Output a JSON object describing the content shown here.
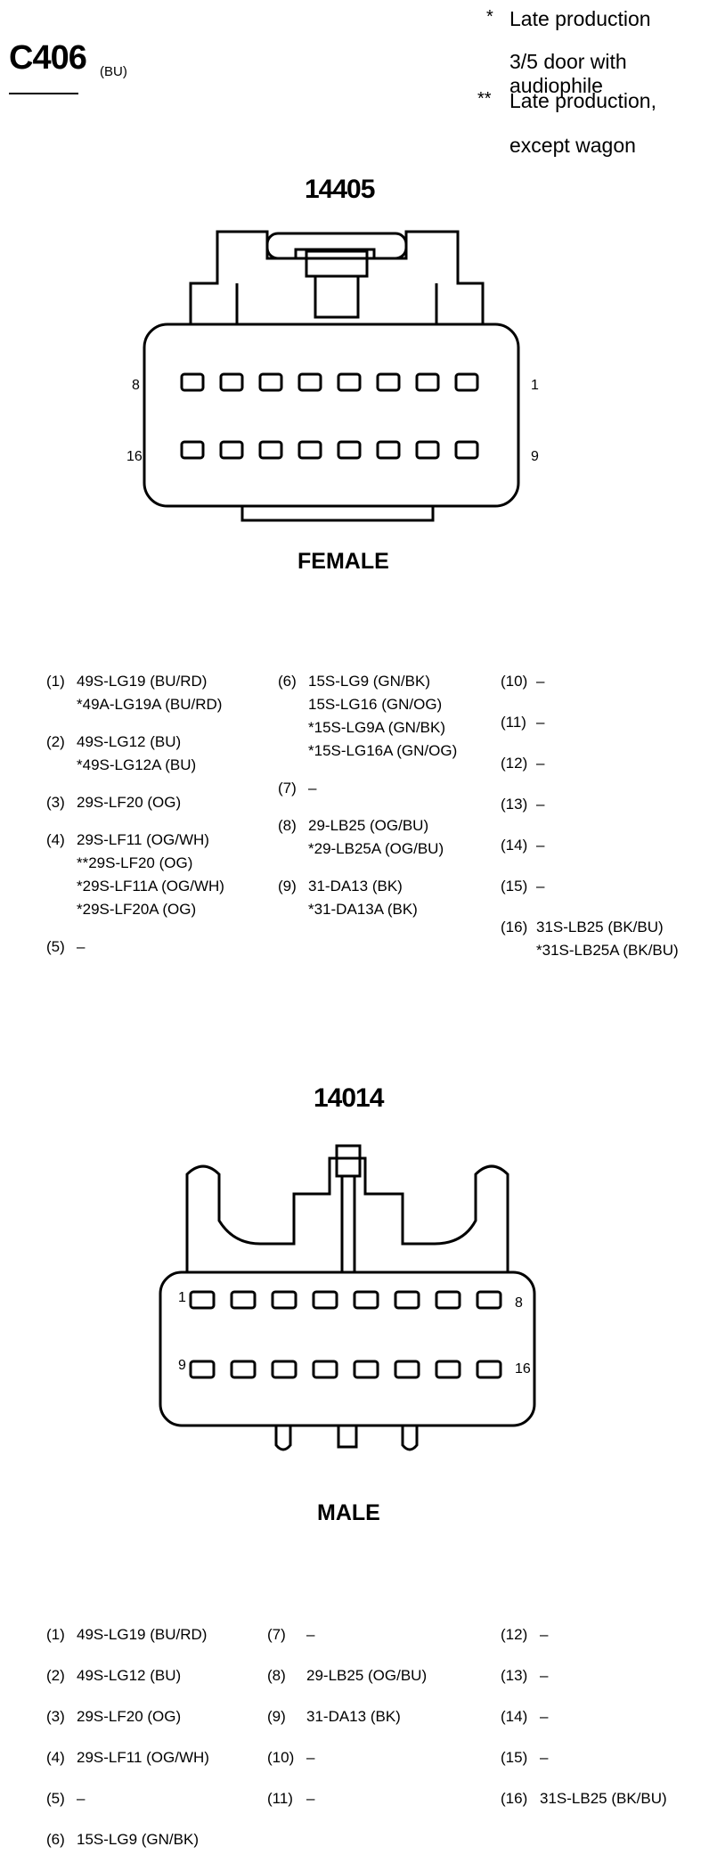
{
  "connector": {
    "id": "C406",
    "color": "(BU)"
  },
  "notes": [
    {
      "mark": "*",
      "lines": [
        "Late production",
        "3/5 door with audiophile"
      ]
    },
    {
      "mark": "**",
      "lines": [
        "Late production,",
        "except wagon"
      ]
    }
  ],
  "female": {
    "part_number": "14405",
    "label": "FEMALE",
    "pin_labels": {
      "top_left": "8",
      "top_right": "1",
      "bottom_left": "16",
      "bottom_right": "9"
    },
    "pins": [
      {
        "num": "(1)",
        "lines": [
          "49S-LG19 (BU/RD)",
          "*49A-LG19A (BU/RD)"
        ]
      },
      {
        "num": "(2)",
        "lines": [
          "49S-LG12 (BU)",
          "*49S-LG12A (BU)"
        ]
      },
      {
        "num": "(3)",
        "lines": [
          "29S-LF20 (OG)"
        ]
      },
      {
        "num": "(4)",
        "lines": [
          "29S-LF11 (OG/WH)",
          "**29S-LF20 (OG)",
          "*29S-LF11A (OG/WH)",
          "*29S-LF20A (OG)"
        ]
      },
      {
        "num": "(5)",
        "lines": [
          "–"
        ]
      },
      {
        "num": "(6)",
        "lines": [
          "15S-LG9 (GN/BK)",
          "15S-LG16 (GN/OG)",
          "*15S-LG9A (GN/BK)",
          "*15S-LG16A (GN/OG)"
        ]
      },
      {
        "num": "(7)",
        "lines": [
          "–"
        ]
      },
      {
        "num": "(8)",
        "lines": [
          "29-LB25 (OG/BU)",
          "*29-LB25A (OG/BU)"
        ]
      },
      {
        "num": "(9)",
        "lines": [
          "31-DA13 (BK)",
          "*31-DA13A (BK)"
        ]
      },
      {
        "num": "(10)",
        "lines": [
          "–"
        ]
      },
      {
        "num": "(11)",
        "lines": [
          "–"
        ]
      },
      {
        "num": "(12)",
        "lines": [
          "–"
        ]
      },
      {
        "num": "(13)",
        "lines": [
          "–"
        ]
      },
      {
        "num": "(14)",
        "lines": [
          "–"
        ]
      },
      {
        "num": "(15)",
        "lines": [
          "–"
        ]
      },
      {
        "num": "(16)",
        "lines": [
          "31S-LB25 (BK/BU)",
          "*31S-LB25A (BK/BU)"
        ]
      }
    ]
  },
  "male": {
    "part_number": "14014",
    "label": "MALE",
    "pin_labels": {
      "top_left": "1",
      "top_right": "8",
      "bottom_left": "9",
      "bottom_right": "16"
    },
    "pins": [
      {
        "num": "(1)",
        "lines": [
          "49S-LG19 (BU/RD)"
        ]
      },
      {
        "num": "(2)",
        "lines": [
          "49S-LG12 (BU)"
        ]
      },
      {
        "num": "(3)",
        "lines": [
          "29S-LF20 (OG)"
        ]
      },
      {
        "num": "(4)",
        "lines": [
          "29S-LF11 (OG/WH)"
        ]
      },
      {
        "num": "(5)",
        "lines": [
          "–"
        ]
      },
      {
        "num": "(6)",
        "lines": [
          "15S-LG9 (GN/BK)"
        ]
      },
      {
        "num": "(7)",
        "lines": [
          "–"
        ]
      },
      {
        "num": "(8)",
        "lines": [
          "29-LB25 (OG/BU)"
        ]
      },
      {
        "num": "(9)",
        "lines": [
          "31-DA13 (BK)"
        ]
      },
      {
        "num": "(10)",
        "lines": [
          "–"
        ]
      },
      {
        "num": "(11)",
        "lines": [
          "–"
        ]
      },
      {
        "num": "(12)",
        "lines": [
          "–"
        ]
      },
      {
        "num": "(13)",
        "lines": [
          "–"
        ]
      },
      {
        "num": "(14)",
        "lines": [
          "–"
        ]
      },
      {
        "num": "(15)",
        "lines": [
          "–"
        ]
      },
      {
        "num": "(16)",
        "lines": [
          "31S-LB25 (BK/BU)"
        ]
      }
    ]
  }
}
